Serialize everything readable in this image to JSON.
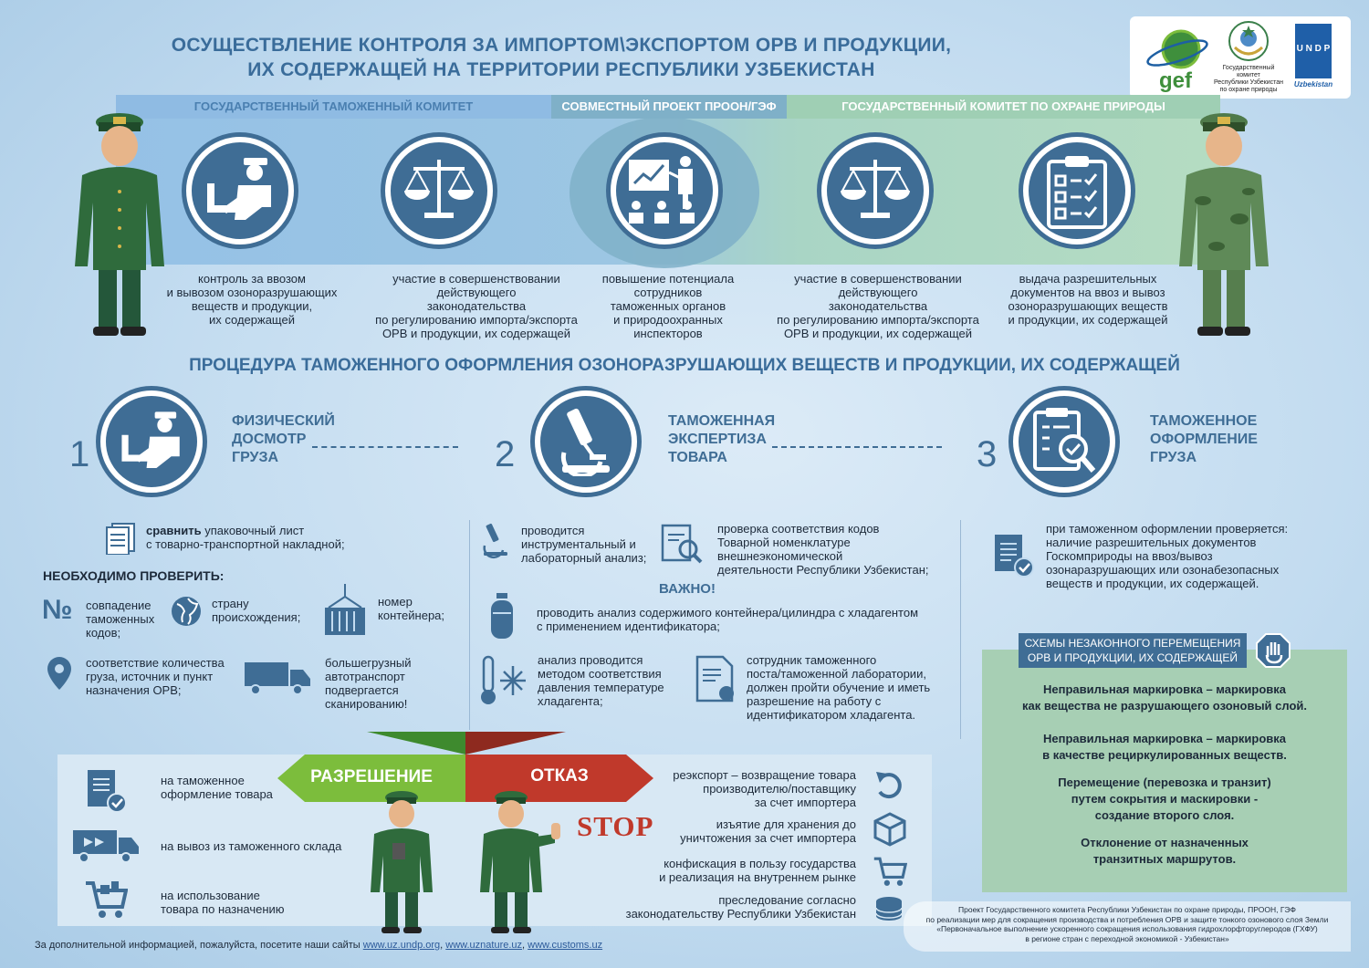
{
  "title_line1": "ОСУЩЕСТВЛЕНИЕ КОНТРОЛЯ ЗА ИМПОРТОМ\\ЭКСПОРТОМ ОРВ И ПРОДУКЦИИ,",
  "title_line2": "ИХ СОДЕРЖАЩЕЙ НА ТЕРРИТОРИИ РЕСПУБЛИКИ УЗБЕКИСТАН",
  "logos": {
    "gef": "gef",
    "uz_line1": "Государственный",
    "uz_line2": "комитет",
    "uz_line3": "Республики Узбекистан",
    "uz_line4": "по охране природы",
    "undp": "U N D P",
    "undp_sub": "Uzbekistan"
  },
  "bands": {
    "left": "ГОСУДАРСТВЕННЫЙ ТАМОЖЕННЫЙ КОМИТЕТ",
    "middle": "СОВМЕСТНЫЙ ПРОЕКТ ПРООН/ГЭФ",
    "right": "ГОСУДАРСТВЕННЫЙ КОМИТЕТ ПО ОХРАНЕ ПРИРОДЫ"
  },
  "functions": [
    {
      "l1": "контроль за ввозом",
      "l2": "и вывозом озоноразрушающих",
      "l3": "веществ и продукции,",
      "l4": "их содержащей",
      "l5": ""
    },
    {
      "l1": "участие в совершенствовании",
      "l2": "действующего",
      "l3": "законодательства",
      "l4": "по регулированию импорта/экспорта",
      "l5": "ОРВ и продукции, их содержащей"
    },
    {
      "l1": "повышение потенциала",
      "l2": "сотрудников",
      "l3": "таможенных органов",
      "l4": "и природоохранных",
      "l5": "инспекторов"
    },
    {
      "l1": "участие в совершенствовании",
      "l2": "действующего",
      "l3": "законодательства",
      "l4": "по регулированию импорта/экспорта",
      "l5": "ОРВ и продукции, их содержащей"
    },
    {
      "l1": "выдача разрешительных",
      "l2": "документов на ввоз и вывоз",
      "l3": "озоноразрушающих веществ",
      "l4": "и продукции, их содержащей",
      "l5": ""
    }
  ],
  "procedure_title": "ПРОЦЕДУРА ТАМОЖЕННОГО ОФОРМЛЕНИЯ ОЗОНОРАЗРУШАЮЩИХ ВЕЩЕСТВ И ПРОДУКЦИИ, ИХ СОДЕРЖАЩЕЙ",
  "steps": [
    {
      "num": "1",
      "l1": "ФИЗИЧЕСКИЙ",
      "l2": "ДОСМОТР",
      "l3": "ГРУЗА"
    },
    {
      "num": "2",
      "l1": "ТАМОЖЕННАЯ",
      "l2": "ЭКСПЕРТИЗА",
      "l3": "ТОВАРА"
    },
    {
      "num": "3",
      "l1": "ТАМОЖЕННОЕ",
      "l2": "ОФОРМЛЕНИЕ",
      "l3": "ГРУЗА"
    }
  ],
  "col1": {
    "compare_bold": "сравнить",
    "compare_rest": " упаковочный лист",
    "compare_l2": "с товарно-транспортной накладной;",
    "check_title": "НЕОБХОДИМО ПРОВЕРИТЬ:",
    "numsign": "№",
    "codes_l1": "совпадение",
    "codes_l2": "таможенных",
    "codes_l3": "кодов;",
    "country_l1": "страну",
    "country_l2": "происхождения;",
    "container_l1": "номер",
    "container_l2": "контейнера;",
    "qty_l1": "соответствие количества",
    "qty_l2": "груза, источник и пункт",
    "qty_l3": "назначения ОРВ;",
    "truck_l1": "большегрузный",
    "truck_l2": "автотранспорт",
    "truck_l3": "подвергается",
    "truck_l4": "сканированию!"
  },
  "col2": {
    "lab_l1": "проводится",
    "lab_l2": "инструментальный и",
    "lab_l3": "лабораторный анализ;",
    "codes_l1": "проверка соответствия кодов",
    "codes_l2": "Товарной номенклатуре",
    "codes_l3": "внешнеэкономической",
    "codes_l4": "деятельности Республики Узбекистан;",
    "important": "ВАЖНО!",
    "cyl_l1": "проводить анализ содержимого контейнера/цилиндра с хладагентом",
    "cyl_l2": "с применением идентификатора;",
    "temp_l1": "анализ проводится",
    "temp_l2": "методом соответствия",
    "temp_l3": "давления температуре",
    "temp_l4": "хладагента;",
    "staff_l1": "сотрудник таможенного",
    "staff_l2": "поста/таможенной лаборатории,",
    "staff_l3": "должен пройти обучение и иметь",
    "staff_l4": "разрешение на работу с",
    "staff_l5": "идентификатором хладагента."
  },
  "col3": {
    "l1": "при таможенном оформлении проверяется:",
    "l2": "наличие разрешительных документов",
    "l3": "Госкомприроды на ввоз/вывоз",
    "l4": "озонаразрушающих или озонабезопасных",
    "l5": "веществ и продукции, их содержащей."
  },
  "schemes": {
    "tab_l1": "СХЕМЫ НЕЗАКОННОГО ПЕРЕМЕЩЕНИЯ",
    "tab_l2": "ОРВ И ПРОДУКЦИИ, ИХ СОДЕРЖАЩЕЙ",
    "p1_l1": "Неправильная маркировка – маркировка",
    "p1_l2": "как вещества не разрушающего  озоновый слой.",
    "p2_l1": "Неправильная маркировка – маркировка",
    "p2_l2": "в качестве рециркулированных веществ.",
    "p3_l1": "Перемещение (перевозка и транзит)",
    "p3_l2": "путем сокрытия и маскировки -",
    "p3_l3": "создание второго слоя.",
    "p4_l1": "Отклонение от назначенных",
    "p4_l2": "транзитных маршрутов."
  },
  "permission": {
    "label": "РАЗРЕШЕНИЕ",
    "i1_l1": "на таможенное",
    "i1_l2": "оформление товара",
    "i2_l1": "на вывоз из таможенного склада",
    "i3_l1": "на использование",
    "i3_l2": "товара по назначению"
  },
  "refusal": {
    "label": "ОТКАЗ",
    "stop": "STOP",
    "i1_l1": "реэкспорт – возвращение товара",
    "i1_l2": "производителю/поставщику",
    "i1_l3": "за счет импортера",
    "i2_l1": "изъятие для хранения до",
    "i2_l2": "уничтожения за счет импортера",
    "i3_l1": "конфискация в пользу государства",
    "i3_l2": "и реализация на внутреннем рынке",
    "i4_l1": "преследование согласно",
    "i4_l2": "законодательству Республики Узбекистан"
  },
  "footer": {
    "prefix": "За дополнительной информацией, пожалуйста, посетите наши сайты ",
    "site1": "www.uz.undp.org",
    "sep": ", ",
    "site2": "www.uznature.uz",
    "site3": "www.customs.uz"
  },
  "project": {
    "l1": "Проект Государственного комитета Республики Узбекистан по охране природы, ПРООН, ГЭФ",
    "l2": "по реализации мер для сокращения производства и потребления ОРВ и защите тонкого озонового слоя Земли",
    "l3": "«Первоначальное выполнение ускоренного сокращения использования гидрохлорфторуглеродов (ГХФУ)",
    "l4": "в регионе стран с переходной экономикой - Узбекистан»"
  },
  "colors": {
    "navy": "#3f6d95",
    "green_banner": "#7cbd3c",
    "red_banner": "#c0392b",
    "uniform": "#2f6b3c"
  }
}
